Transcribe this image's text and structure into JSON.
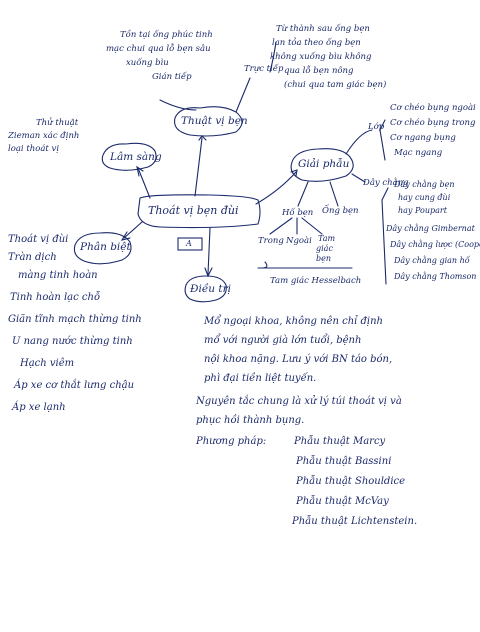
{
  "center": "Thoát vị bẹn đùi",
  "nodes": {
    "thuat_vi_ben": "Thuật vị bẹn",
    "giai_phau": "Giải phẫu",
    "lam_sang": "Lâm sàng",
    "phan_biet": "Phân biệt",
    "dieu_tri": "Điều trị"
  },
  "top_left_notes": [
    "Tồn tại ống phúc tinh",
    "mạc chui qua lỗ bẹn sâu",
    "xuống bìu",
    "Gián tiếp"
  ],
  "truc_tiep_label": "Trực tiếp",
  "top_right_notes": [
    "Từ thành sau ống bẹn",
    "lan tỏa theo ống bẹn",
    "không xuống bìu không",
    "qua lỗ bẹn nông",
    "(chui qua tam giác bẹn)"
  ],
  "lam_sang_notes": [
    "Thử thuật",
    "Zieman xác định",
    "loại thoát vị"
  ],
  "lop_label": "Lớp",
  "lop_items": [
    "Cơ chéo bụng ngoài",
    "Cơ chéo bụng trong",
    "Cơ ngang bụng",
    "Mạc ngang"
  ],
  "day_chang_label": "Dây chằng",
  "day_chang_items": [
    "Dây chằng bẹn",
    "hay cung đùi",
    "hay Poupart",
    "Dây chằng Gimbernat",
    "Dây chằng lược (Cooper)",
    "Dây chằng gian hố",
    "Dây chằng Thomson"
  ],
  "giai_phau_children": {
    "ho_ben": "Hố bẹn",
    "ong_ben": "Ống bẹn"
  },
  "ho_ben_children": {
    "trong": "Trong",
    "ngoai": "Ngoài",
    "tam_giac": [
      "Tam",
      "giác",
      "bẹn"
    ]
  },
  "tam_giac_hesselbach": "Tam giác Hesselbach",
  "phan_biet_items": [
    "Thoát vị đùi",
    "Tràn dịch",
    "màng tinh hoàn",
    "Tinh hoàn lạc chỗ",
    "Giãn tĩnh mạch thừng tinh",
    "U nang nước thừng tinh",
    "Hạch viêm",
    "Áp xe cơ thắt lưng chậu",
    "Áp xe lạnh"
  ],
  "dieu_tri_lines": [
    "Mổ ngoại khoa, không nên chỉ định",
    "mổ với người già lớn tuổi, bệnh",
    "nội khoa nặng. Lưu ý với BN táo bón,",
    "phì đại tiền liệt tuyến."
  ],
  "nguyen_tac": [
    "Nguyên tắc chung là xử lý túi thoát vị và",
    "phục hồi thành bụng."
  ],
  "phuong_phap_label": "Phương pháp:",
  "phuong_phap_items": [
    "Phẫu thuật Marcy",
    "Phẫu thuật Bassini",
    "Phẫu thuật Shouldice",
    "Phẫu thuật McVay",
    "Phẫu thuật Lichtenstein."
  ],
  "stamp_label": "A"
}
